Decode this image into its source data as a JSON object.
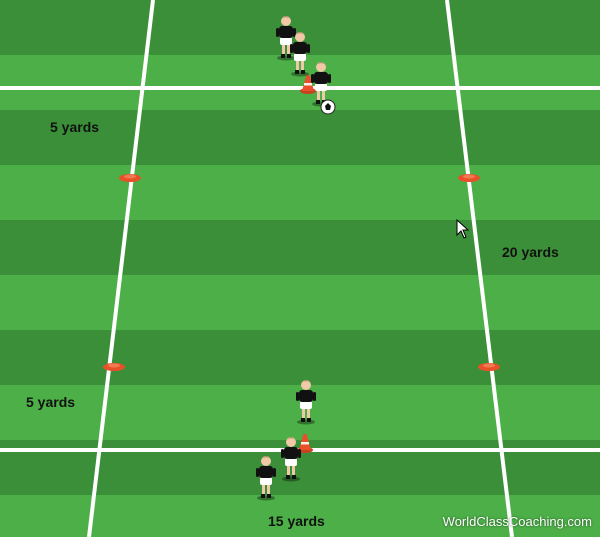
{
  "labels": {
    "top_zone": "5 yards",
    "bottom_zone": "5 yards",
    "length": "20 yards",
    "width": "15 yards"
  },
  "watermark": "WorldClassCoaching.com",
  "colors": {
    "grass_dark": "#3a8f38",
    "grass_light": "#4caf47",
    "line": "#ffffff",
    "cone": "#e8502a",
    "jersey": "#111111",
    "shorts": "#ffffff"
  }
}
